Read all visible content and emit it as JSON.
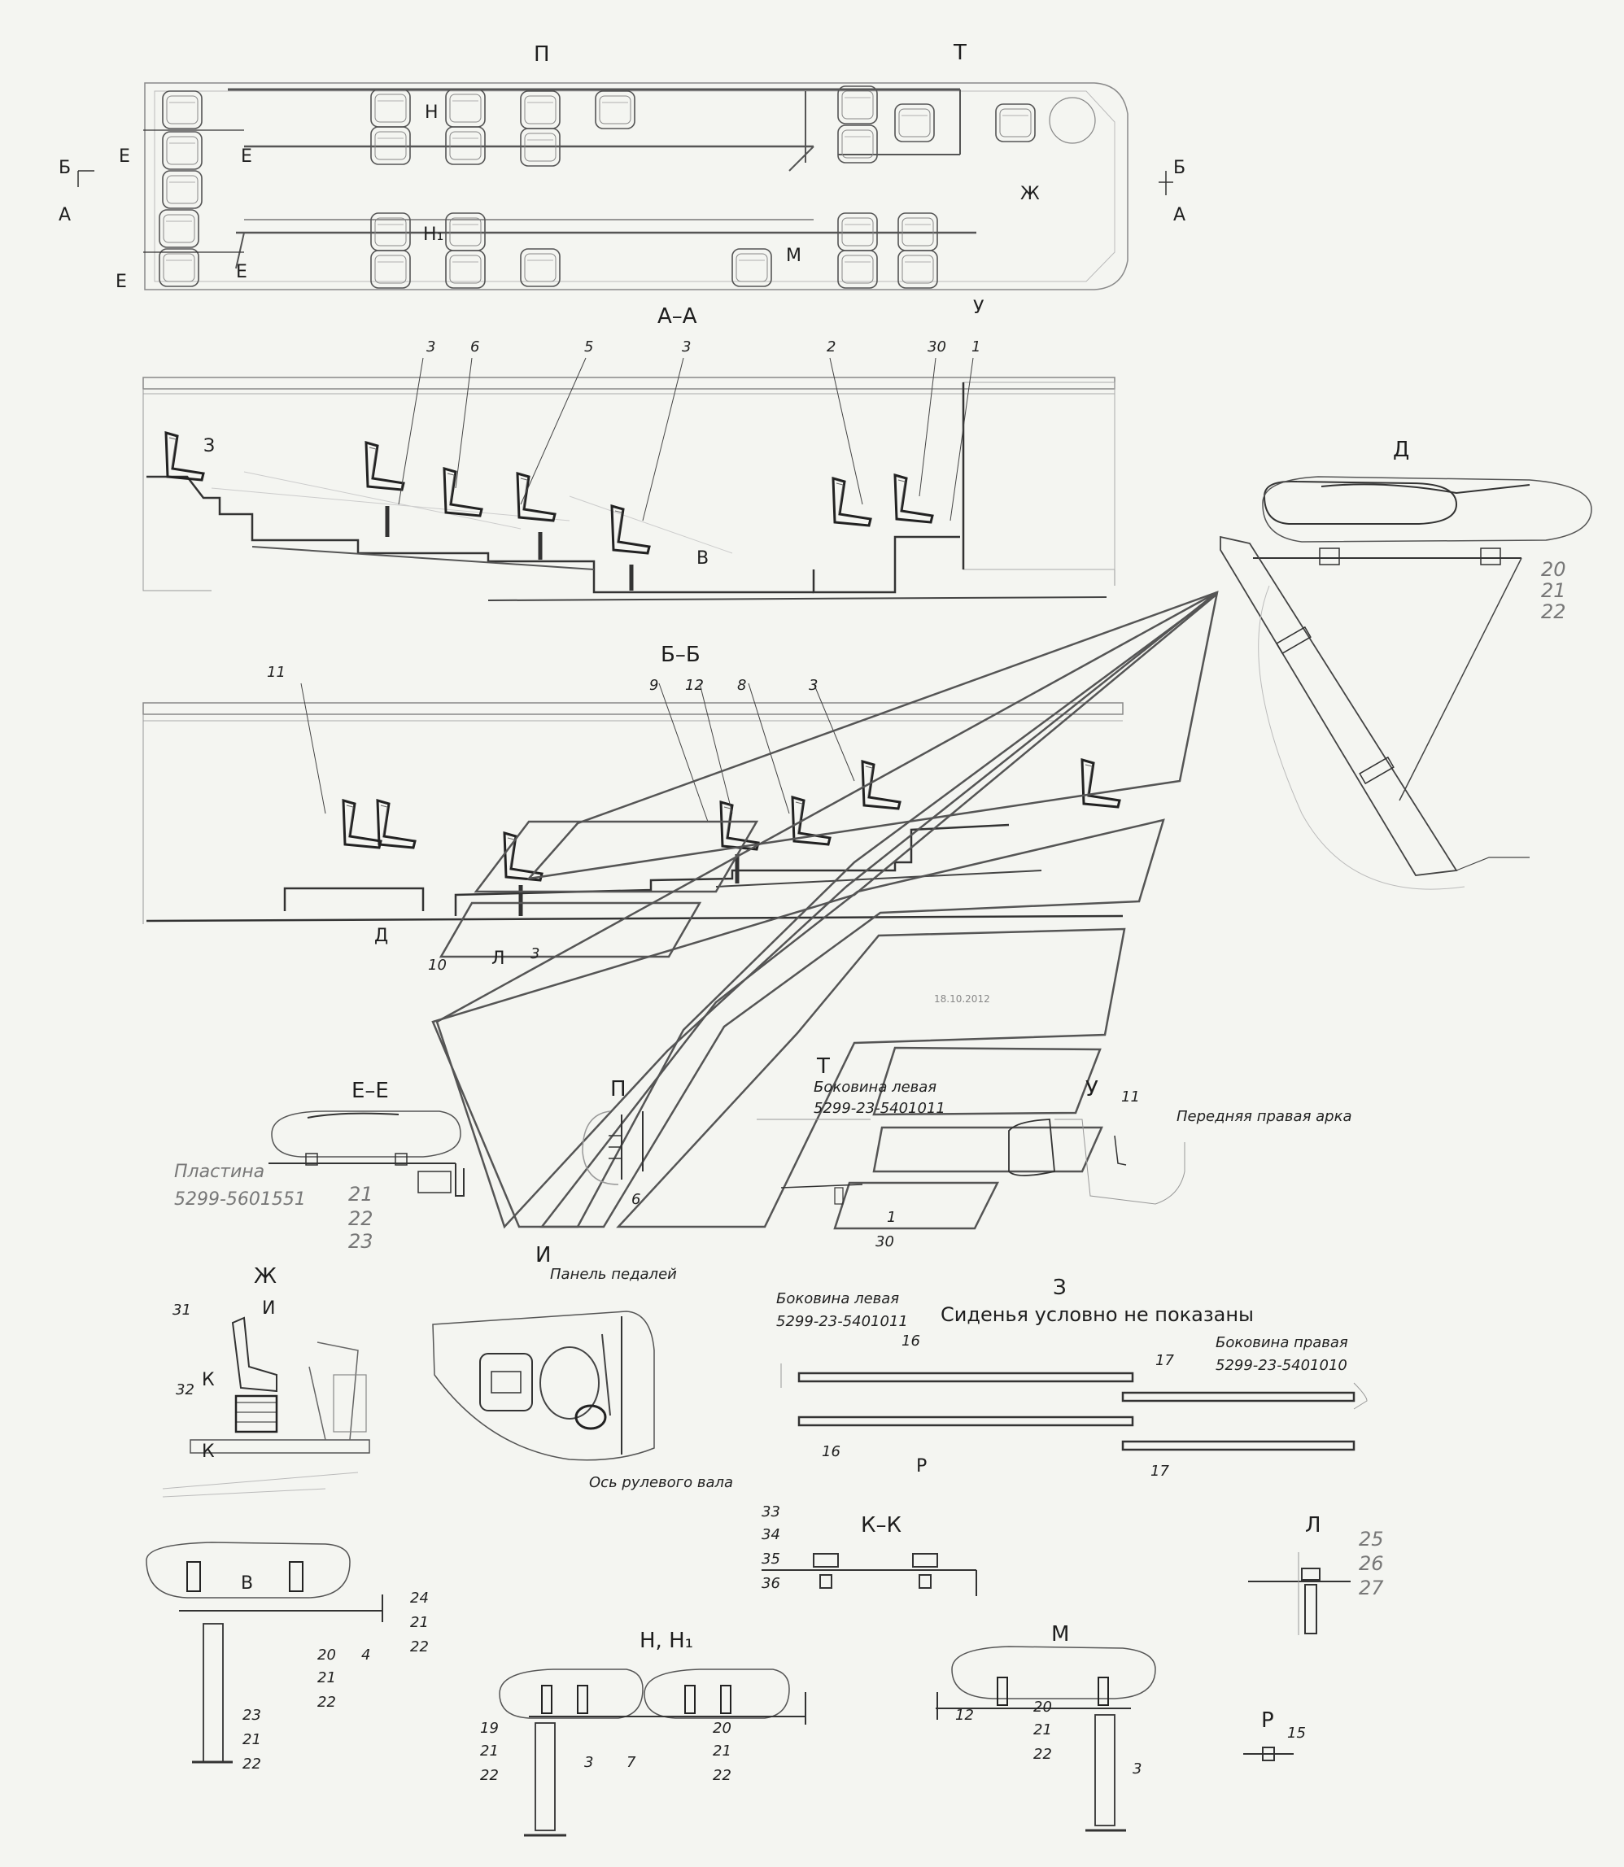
{
  "views": {
    "plan": {
      "P": "П",
      "T": "Т",
      "B1": "Б",
      "A1": "А",
      "B2": "Б",
      "A2": "А",
      "E1": "Е",
      "E2": "Е",
      "E3": "Е",
      "E4": "Е",
      "H": "Н",
      "H1": "Н₁",
      "M": "М",
      "U": "У",
      "Zh": "Ж"
    },
    "aa": {
      "title": "А–А",
      "n3a": "3",
      "n6": "6",
      "n5": "5",
      "n3b": "3",
      "n2": "2",
      "n30": "30",
      "n1": "1",
      "Z": "З",
      "V": "В"
    },
    "bb": {
      "title": "Б–Б",
      "n11": "11",
      "n9": "9",
      "n12": "12",
      "n8": "8",
      "n3": "3",
      "D": "Д",
      "n10": "10",
      "L": "Л",
      "n3b": "3"
    },
    "d": {
      "title": "Д",
      "n20": "20",
      "n21": "21",
      "n22": "22"
    },
    "date": "18.10.2012",
    "ee": {
      "title": "Е–Е",
      "plate": "Пластина",
      "plate_code": "5299-5601551",
      "n21": "21",
      "n22": "22",
      "n23": "23"
    },
    "tpu": {
      "P": "П",
      "T": "Т",
      "U": "У",
      "left_side": "Боковина левая",
      "left_code": "5299-23-5401011",
      "n11": "11",
      "arch": "Передняя правая арка",
      "n6": "6",
      "n1": "1",
      "n30": "30"
    },
    "zh": {
      "title": "Ж",
      "n31": "31",
      "I": "И",
      "K1": "К",
      "n32": "32",
      "K2": "К"
    },
    "i": {
      "title": "И",
      "pedal": "Панель педалей",
      "axis": "Ось рулевого вала"
    },
    "z": {
      "title": "З",
      "note": "Сиденья условно не показаны",
      "left_side": "Боковина левая",
      "left_code": "5299-23-5401011",
      "right_side": "Боковина правая",
      "right_code": "5299-23-5401010",
      "n16a": "16",
      "n16b": "16",
      "n17a": "17",
      "n17b": "17",
      "R": "Р"
    },
    "kk": {
      "title": "К–К",
      "n33": "33",
      "n34": "34",
      "n35": "35",
      "n36": "36"
    },
    "l": {
      "title": "Л",
      "n25": "25",
      "n26": "26",
      "n27": "27"
    },
    "v": {
      "title": "В",
      "n24": "24",
      "n21a": "21",
      "n22a": "22",
      "n20": "20",
      "n4": "4",
      "n21b": "21",
      "n22b": "22",
      "n23": "23",
      "n21c": "21",
      "n22c": "22"
    },
    "hh": {
      "title": "Н, Н₁",
      "n19": "19",
      "n21a": "21",
      "n22a": "22",
      "n3": "3",
      "n7": "7",
      "n20": "20",
      "n21b": "21",
      "n22b": "22"
    },
    "m": {
      "title": "М",
      "n12": "12",
      "n20": "20",
      "n21": "21",
      "n22": "22",
      "n3": "3"
    },
    "r": {
      "title": "Р",
      "n15": "15"
    }
  }
}
